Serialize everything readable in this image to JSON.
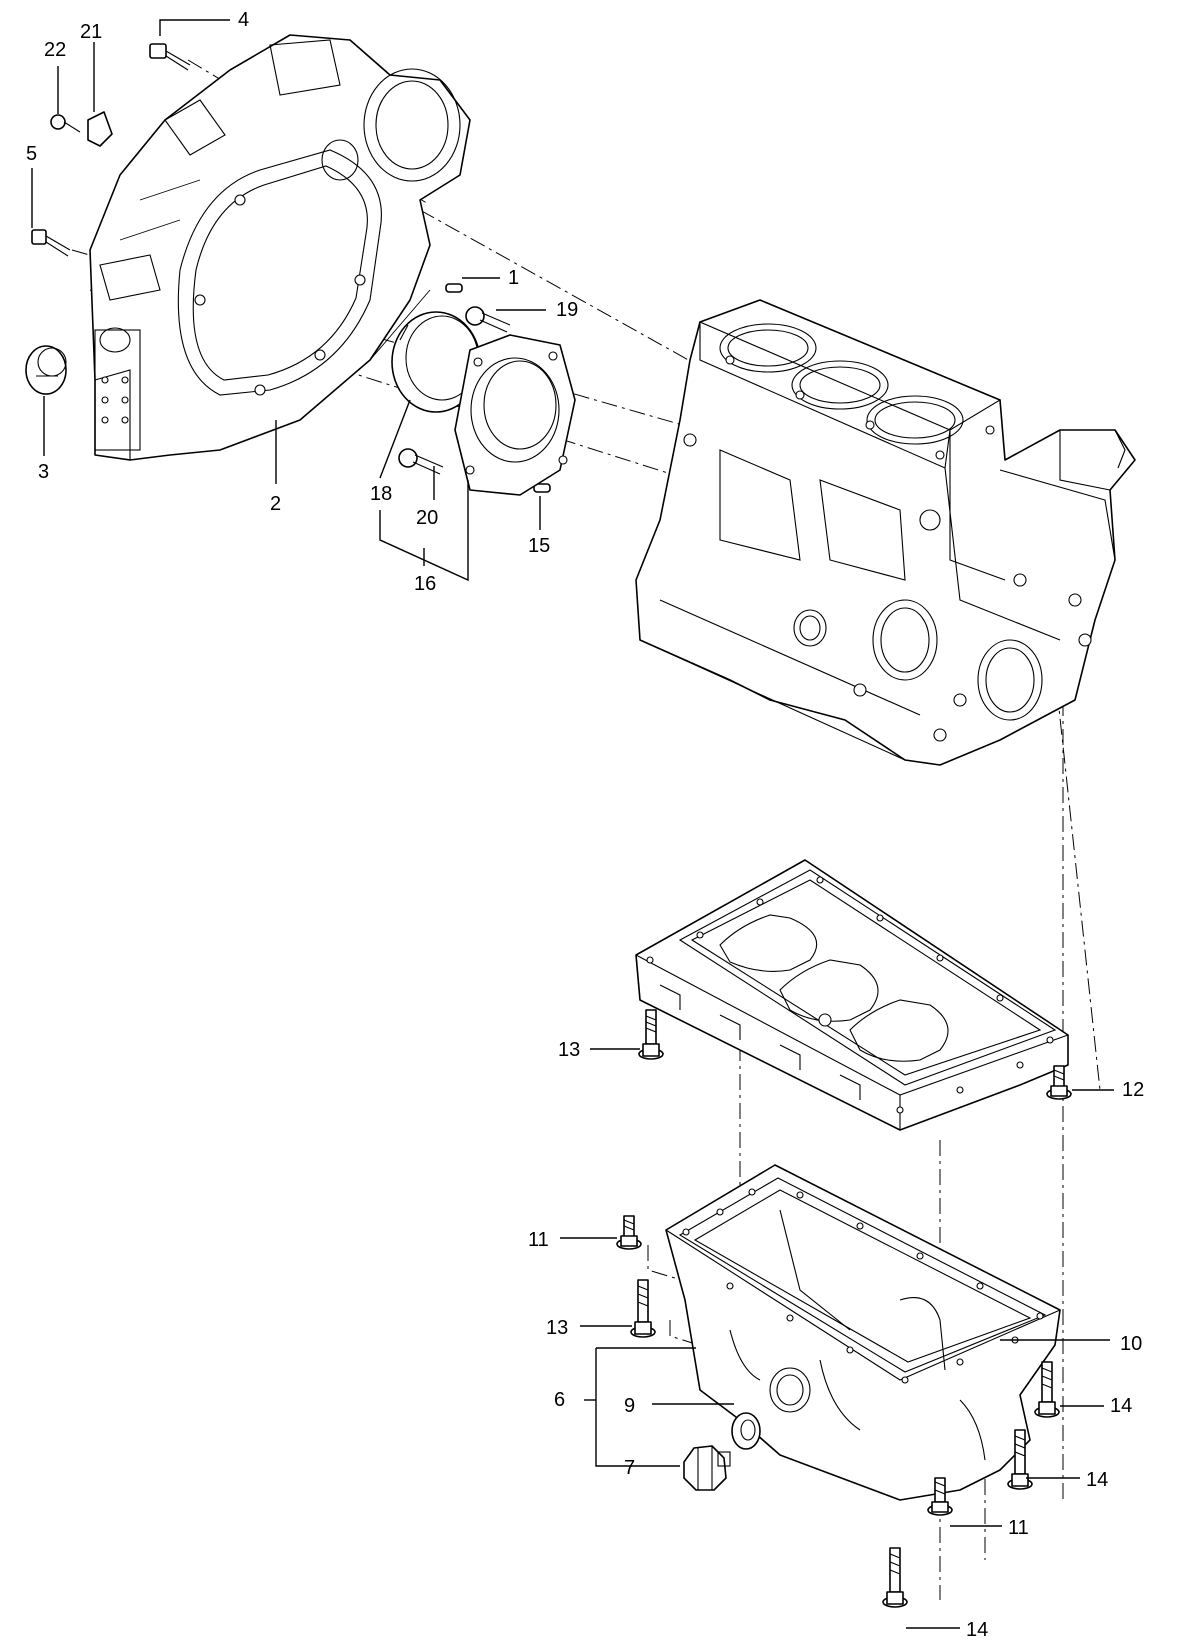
{
  "diagram": {
    "callouts": [
      {
        "id": "c1",
        "label": "1"
      },
      {
        "id": "c2",
        "label": "2"
      },
      {
        "id": "c3",
        "label": "3"
      },
      {
        "id": "c4",
        "label": "4"
      },
      {
        "id": "c5",
        "label": "5"
      },
      {
        "id": "c6",
        "label": "6"
      },
      {
        "id": "c7",
        "label": "7"
      },
      {
        "id": "c9",
        "label": "9"
      },
      {
        "id": "c10",
        "label": "10"
      },
      {
        "id": "c11a",
        "label": "11"
      },
      {
        "id": "c11b",
        "label": "11"
      },
      {
        "id": "c12",
        "label": "12"
      },
      {
        "id": "c13a",
        "label": "13"
      },
      {
        "id": "c13b",
        "label": "13"
      },
      {
        "id": "c14a",
        "label": "14"
      },
      {
        "id": "c14b",
        "label": "14"
      },
      {
        "id": "c14c",
        "label": "14"
      },
      {
        "id": "c15",
        "label": "15"
      },
      {
        "id": "c16",
        "label": "16"
      },
      {
        "id": "c18",
        "label": "18"
      },
      {
        "id": "c19",
        "label": "19"
      },
      {
        "id": "c20",
        "label": "20"
      },
      {
        "id": "c21",
        "label": "21"
      },
      {
        "id": "c22",
        "label": "22"
      }
    ]
  }
}
